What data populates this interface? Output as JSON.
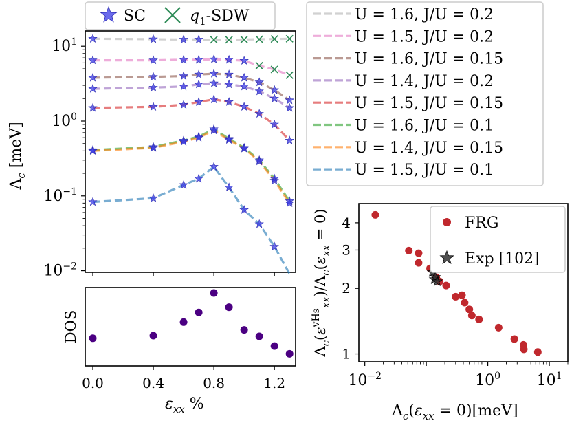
{
  "chart_data": [
    {
      "type": "line",
      "panel": "top-left",
      "xlabel": "",
      "ylabel": "Λc [meV]",
      "y_scale": "log",
      "ylim": [
        0.0095,
        16
      ],
      "xlim": [
        -0.05,
        1.34
      ],
      "y_ticks": [
        0.01,
        0.1,
        1,
        10
      ],
      "y_tick_labels": [
        "10⁻²",
        "10⁻¹",
        "10⁰",
        "10¹"
      ],
      "grid": false,
      "x": [
        0.0,
        0.4,
        0.6,
        0.7,
        0.8,
        0.9,
        1.0,
        1.1,
        1.2,
        1.3
      ],
      "series": [
        {
          "name": "U = 1.6, J/U = 0.2",
          "color": "#b3b3b3",
          "values": [
            12.6,
            12.4,
            12.3,
            12.3,
            12.2,
            12.2,
            12.3,
            12.4,
            12.5,
            12.6
          ],
          "marker": [
            "SC",
            "SC",
            "SC",
            "SC",
            "SDW",
            "SDW",
            "SDW",
            "SDW",
            "SDW",
            "SDW"
          ]
        },
        {
          "name": "U = 1.5, J/U = 0.2",
          "color": "#e377c2",
          "values": [
            6.5,
            6.5,
            6.6,
            6.6,
            6.7,
            6.6,
            6.4,
            5.5,
            4.9,
            4.1
          ],
          "marker": [
            "SC",
            "SC",
            "SC",
            "SC",
            "SC",
            "SC",
            "SC",
            "SDW",
            "SDW",
            "SDW"
          ]
        },
        {
          "name": "U = 1.6, J/U = 0.15",
          "color": "#8c564b",
          "values": [
            3.8,
            3.9,
            4.0,
            4.2,
            4.3,
            4.2,
            3.8,
            3.3,
            2.6,
            1.9
          ]
        },
        {
          "name": "U = 1.4, J/U = 0.2",
          "color": "#9467bd",
          "values": [
            2.7,
            2.8,
            2.9,
            3.1,
            3.2,
            3.1,
            2.9,
            2.5,
            2.0,
            1.5
          ]
        },
        {
          "name": "U = 1.5, J/U = 0.15",
          "color": "#d62728",
          "values": [
            1.5,
            1.55,
            1.65,
            1.8,
            1.95,
            1.8,
            1.55,
            1.25,
            0.9,
            0.55
          ]
        },
        {
          "name": "U = 1.6, J/U = 0.1",
          "color": "#2ca02c",
          "values": [
            0.41,
            0.45,
            0.55,
            0.62,
            0.78,
            0.58,
            0.44,
            0.3,
            0.17,
            0.085
          ]
        },
        {
          "name": "U = 1.4, J/U = 0.15",
          "color": "#ff7f0e",
          "values": [
            0.4,
            0.44,
            0.53,
            0.6,
            0.75,
            0.56,
            0.43,
            0.29,
            0.16,
            0.08
          ]
        },
        {
          "name": "U = 1.5, J/U = 0.1",
          "color": "#1f77b4",
          "values": [
            0.083,
            0.093,
            0.14,
            0.17,
            0.245,
            0.13,
            0.065,
            0.042,
            0.021,
            0.0095
          ]
        }
      ],
      "markers_legend": [
        "SC",
        "q₁-SDW"
      ],
      "legend": "top-center"
    },
    {
      "type": "scatter",
      "panel": "bottom-left",
      "xlabel": "εxx %",
      "ylabel": "DOS",
      "xlim": [
        -0.05,
        1.34
      ],
      "x_ticks": [
        0.0,
        0.4,
        0.8,
        1.2
      ],
      "x_tick_labels": [
        "0.0",
        "0.4",
        "0.8",
        "1.2"
      ],
      "x": [
        0.0,
        0.4,
        0.6,
        0.7,
        0.8,
        0.9,
        1.0,
        1.1,
        1.2,
        1.3
      ],
      "values": [
        0.3,
        0.34,
        0.55,
        0.7,
        1.0,
        0.78,
        0.43,
        0.33,
        0.18,
        0.06
      ],
      "color": "#4b0082"
    },
    {
      "type": "scatter",
      "panel": "right",
      "xlabel": "Λc(εxx = 0)[meV]",
      "ylabel": "Λc(εxx^vHs)/Λc(εxx = 0)",
      "x_scale": "log",
      "y_scale": "log",
      "xlim": [
        0.008,
        20
      ],
      "ylim": [
        0.92,
        4.9
      ],
      "x_ticks": [
        0.01,
        1,
        10
      ],
      "x_tick_labels": [
        "10⁻²",
        "10⁰",
        "10¹"
      ],
      "y_ticks": [
        1,
        2,
        3,
        4
      ],
      "y_tick_labels": [
        "1",
        "2",
        "3",
        "4"
      ],
      "series": [
        {
          "name": "FRG",
          "color": "#c0282d",
          "x": [
            0.0148,
            0.052,
            0.075,
            0.075,
            0.115,
            0.145,
            0.165,
            0.21,
            0.3,
            0.38,
            0.42,
            0.5,
            0.55,
            0.72,
            1.5,
            2.7,
            3.8,
            3.85,
            6.5
          ],
          "values": [
            4.35,
            2.98,
            2.9,
            2.62,
            2.47,
            2.25,
            2.15,
            2.06,
            1.83,
            1.86,
            1.72,
            1.6,
            1.5,
            1.44,
            1.32,
            1.17,
            1.1,
            1.05,
            1.02
          ]
        },
        {
          "name": "Exp [102]",
          "color": "#222222",
          "x": [
            0.125,
            0.135,
            0.14,
            0.15
          ],
          "values": [
            2.37,
            2.2,
            2.25,
            2.15
          ]
        }
      ],
      "legend": "top-right"
    }
  ]
}
